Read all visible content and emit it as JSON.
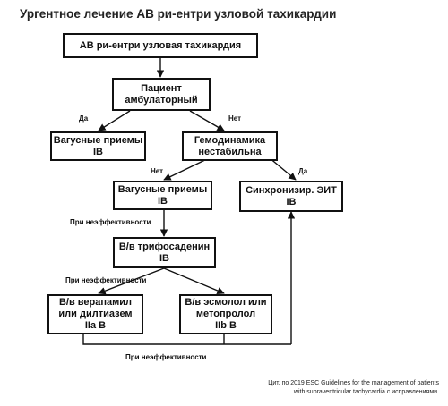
{
  "title": "Ургентное лечение АВ ри-ентри узловой тахикардии",
  "nodes": {
    "n1": "АВ ри-ентри узловая тахикардия",
    "n2": "Пациент\nамбулаторный",
    "n3": "Вагусные приемы\nIB",
    "n4": "Гемодинамика\nнестабильна",
    "n5": "Вагусные приемы\nIB",
    "n6": "Синхронизир. ЭИТ\nIB",
    "n7": "В/в трифосаденин\nIB",
    "n8": "В/в верапамил\nили дилтиазем\nIIa B",
    "n9": "В/в эсмолол или\nметопролол\nIIb B"
  },
  "labels": {
    "yes1": "Да",
    "no1": "Нет",
    "no2": "Нет",
    "yes2": "Да",
    "ineff1": "При неэффективности",
    "ineff2": "При неэффективности",
    "ineff3": "При неэффективности"
  },
  "footer": {
    "line1": "Цит. по 2019 ESC Guidelines for the management of patients",
    "line2": "with supraventricular tachycardia с исправлениями."
  }
}
